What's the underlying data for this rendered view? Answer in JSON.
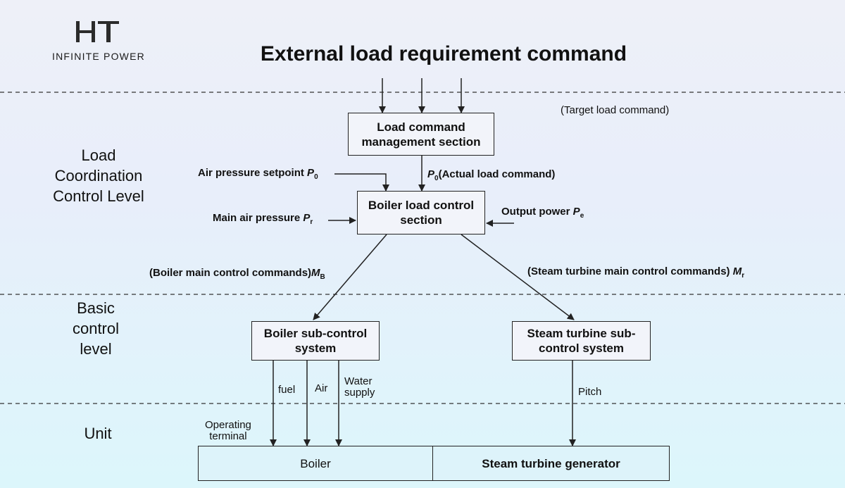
{
  "logo": {
    "mark": "HT",
    "tagline": "INFINITE POWER"
  },
  "title": "External load requirement command",
  "levels": {
    "coordination": [
      "Load",
      "Coordination",
      "Control Level"
    ],
    "basic": [
      "Basic",
      "control",
      "level"
    ],
    "unit": "Unit"
  },
  "boxes": {
    "load_command_management": "Load command management section",
    "boiler_load_control": "Boiler load control section",
    "boiler_sub_control": "Boiler sub-control system",
    "turbine_sub_control": "Steam turbine sub-control system",
    "boiler": "Boiler",
    "turbine_generator": "Steam turbine generator"
  },
  "labels": {
    "target_load": "(Target load command)",
    "air_pressure_setpoint": "Air pressure setpoint",
    "air_pressure_symbol": "P",
    "air_pressure_sub": "0",
    "actual_load_symbol": "P",
    "actual_load_sub": "0",
    "actual_load": "(Actual load command)",
    "main_air_pressure": "Main air pressure",
    "main_air_symbol": "P",
    "main_air_sub": "r",
    "output_power": "Output power",
    "output_power_symbol": "P",
    "output_power_sub": "e",
    "boiler_main_commands": "(Boiler main control commands)",
    "boiler_main_symbol": "M",
    "boiler_main_sub": "B",
    "turbine_main_commands": "(Steam turbine main control commands)",
    "turbine_main_symbol": "M",
    "turbine_main_sub": "r",
    "fuel": "fuel",
    "air": "Air",
    "water_supply": [
      "Water",
      "supply"
    ],
    "pitch": "Pitch",
    "operating_terminal": [
      "Operating",
      "terminal"
    ]
  },
  "colors": {
    "line": "#222222",
    "background_top": "#eef0f8",
    "background_bottom": "#dcf6fb"
  }
}
